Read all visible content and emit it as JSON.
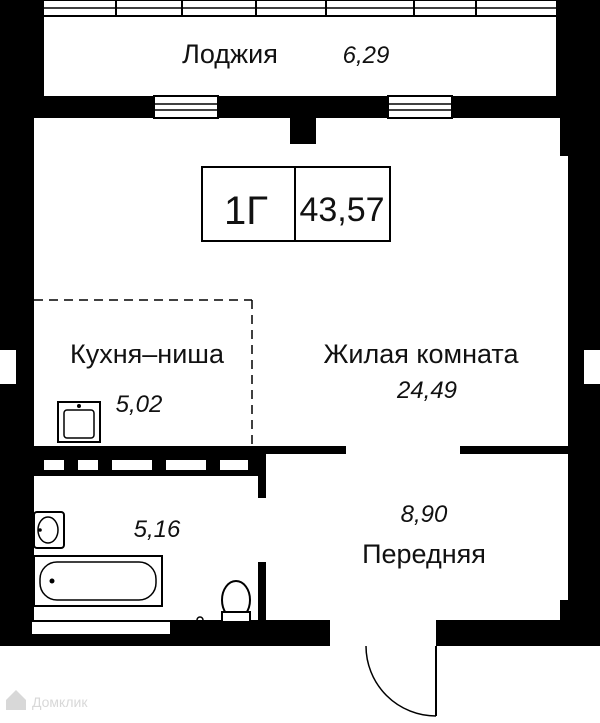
{
  "apartment": {
    "type_label": "1Г",
    "total_area": "43,57"
  },
  "rooms": {
    "loggia": {
      "name": "Лоджия",
      "area": "6,29"
    },
    "kitchen": {
      "name": "Кухня–ниша",
      "area": "5,02"
    },
    "living": {
      "name": "Жилая комната",
      "area": "24,49"
    },
    "bathroom": {
      "name": "",
      "area": "5,16"
    },
    "hallway": {
      "name": "Передняя",
      "area": "8,90"
    }
  },
  "watermark": {
    "text": "Домклик"
  },
  "colors": {
    "wall": "#000000",
    "background": "#ffffff",
    "watermark": "#d8d8d8"
  }
}
